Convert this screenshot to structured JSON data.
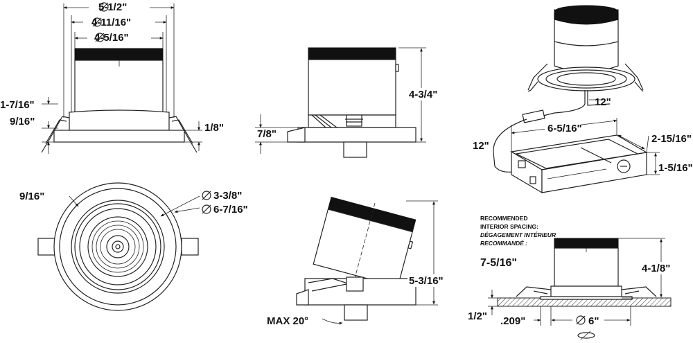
{
  "top_view": {
    "dim_outer": "5-1/2\"",
    "dim_middle": "4-11/16\"",
    "dim_inner": "4-5/16\"",
    "dim_clip_height": "1-7/16\"",
    "dim_clip_low": "9/16\"",
    "dim_flange": "1/8\""
  },
  "front_view": {
    "dim_height": "4-3/4\"",
    "dim_below": "7/8\""
  },
  "iso_view": {
    "cable_top": "12\"",
    "cable_side": "12\"",
    "box_length": "6-5/16\"",
    "box_width": "2-15/16\"",
    "box_height": "1-5/16\""
  },
  "bottom_view": {
    "dim_ring": "9/16\"",
    "dim_lens": "3-3/8\"",
    "dim_trim": "6-7/16\""
  },
  "tilt_view": {
    "dim_height": "5-3/16\"",
    "max_tilt": "MAX 20°"
  },
  "spacing_view": {
    "note_line1": "RECOMMENDED",
    "note_line2": "INTERIOR SPACING:",
    "note_line3": "DÉGAGEMENT INTÉRIEUR",
    "note_line4": "RECOMMANDÉ :",
    "dim_spacing": "7-5/16\"",
    "dim_height": "4-1/8\"",
    "dim_ceiling": "1/2\"",
    "dim_offset": ".209\"",
    "dim_cutout": "6\""
  },
  "colors": {
    "ink": "#111111",
    "paper": "#ffffff"
  }
}
